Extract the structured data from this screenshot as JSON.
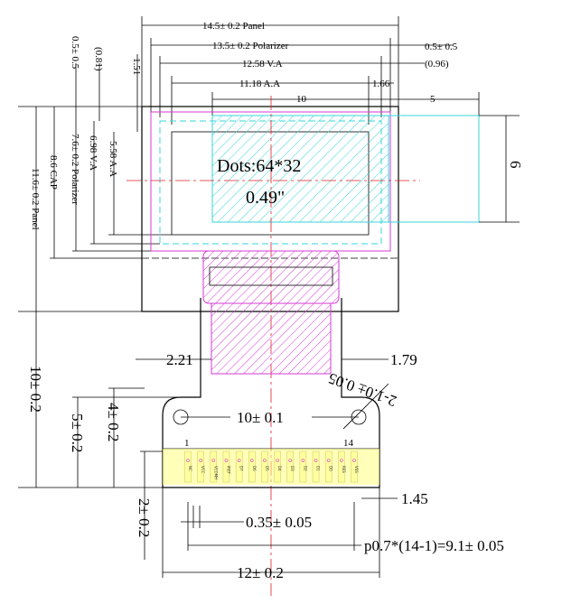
{
  "dimensions": {
    "panel_width": "14.5± 0.2 Panel",
    "polarizer_width": "13.5± 0.2 Polarizer",
    "va_width": "12.58 V.A",
    "aa_width": "11.18 A.A",
    "width_10": "10",
    "width_5": "5",
    "right_05": "0.5± 0.5",
    "right_096": "(0.96)",
    "right_166": "1.66",
    "left_05": "0.5± 0.5",
    "left_081": "(0.81)",
    "left_151": "1.51",
    "polarizer_height": "7.6± 0.2 Polarizer",
    "va_height": "6.98 V.A",
    "aa_height": "5.58 A.A",
    "cap_height": "8.6 CAP",
    "panel_height": "11.6± 0.2 Panel",
    "fpc_height": "10± 0.2",
    "height_5": "5± 0.2",
    "height_4": "4± 0.2",
    "height_2": "2± 0.2",
    "fpc_offset_left": "2.21",
    "fpc_offset_right": "1.79",
    "hole_distance": "10± 0.1",
    "hole_diameter": "2-1.0± 0.05",
    "pin_width": "0.35± 0.05",
    "pin_edge": "1.45",
    "pitch": "p0.7*(14-1)=9.1± 0.05",
    "fpc_width": "12± 0.2",
    "cyan_height": "6"
  },
  "display": {
    "dots": "Dots:64*32",
    "size": "0.49\""
  },
  "pins": {
    "first": "1",
    "last": "14",
    "labels": [
      "NC",
      "VCC",
      "VCOMH",
      "IREF",
      "D7",
      "D6",
      "D5",
      "D4",
      "D3",
      "D2",
      "D1",
      "D0",
      "RES",
      "VSS"
    ]
  },
  "colors": {
    "cyan": "#38d6d8",
    "magenta": "#d63ad6",
    "red": "#e0202a",
    "pad_yellow": "#ffff80"
  }
}
